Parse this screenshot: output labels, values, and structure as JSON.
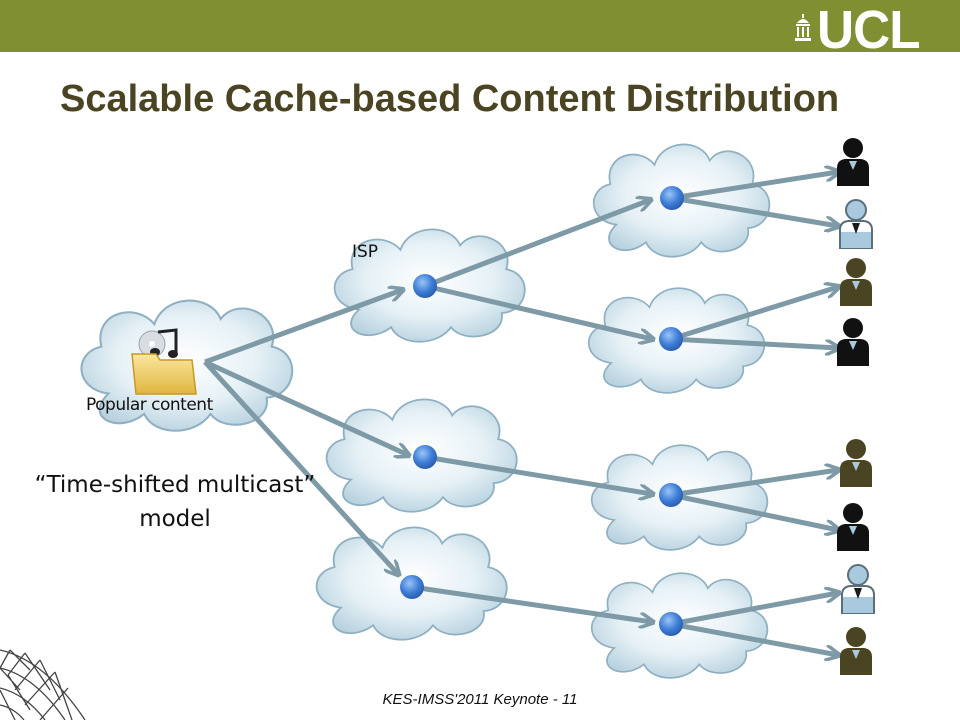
{
  "slide": {
    "title": "Scalable Cache-based Content Distribution",
    "logo_text": "UCL",
    "footer": "KES-IMSS'2011 Keynote - 11",
    "colors": {
      "header_bar": "#7f8f32",
      "title": "#4a4422",
      "arrow": "#7d9aa6",
      "node": "#3f7fd8",
      "user_dark": "#111111",
      "user_olive": "#4a4422"
    }
  },
  "diagram": {
    "source_label": "Popular content",
    "cloud_label": "ISP",
    "model_line1": "“Time-shifted multicast”",
    "model_line2": "model",
    "icons": {
      "source": "music-folder-icon",
      "user": "user-icon",
      "logo": "ucl-portico-icon"
    }
  }
}
